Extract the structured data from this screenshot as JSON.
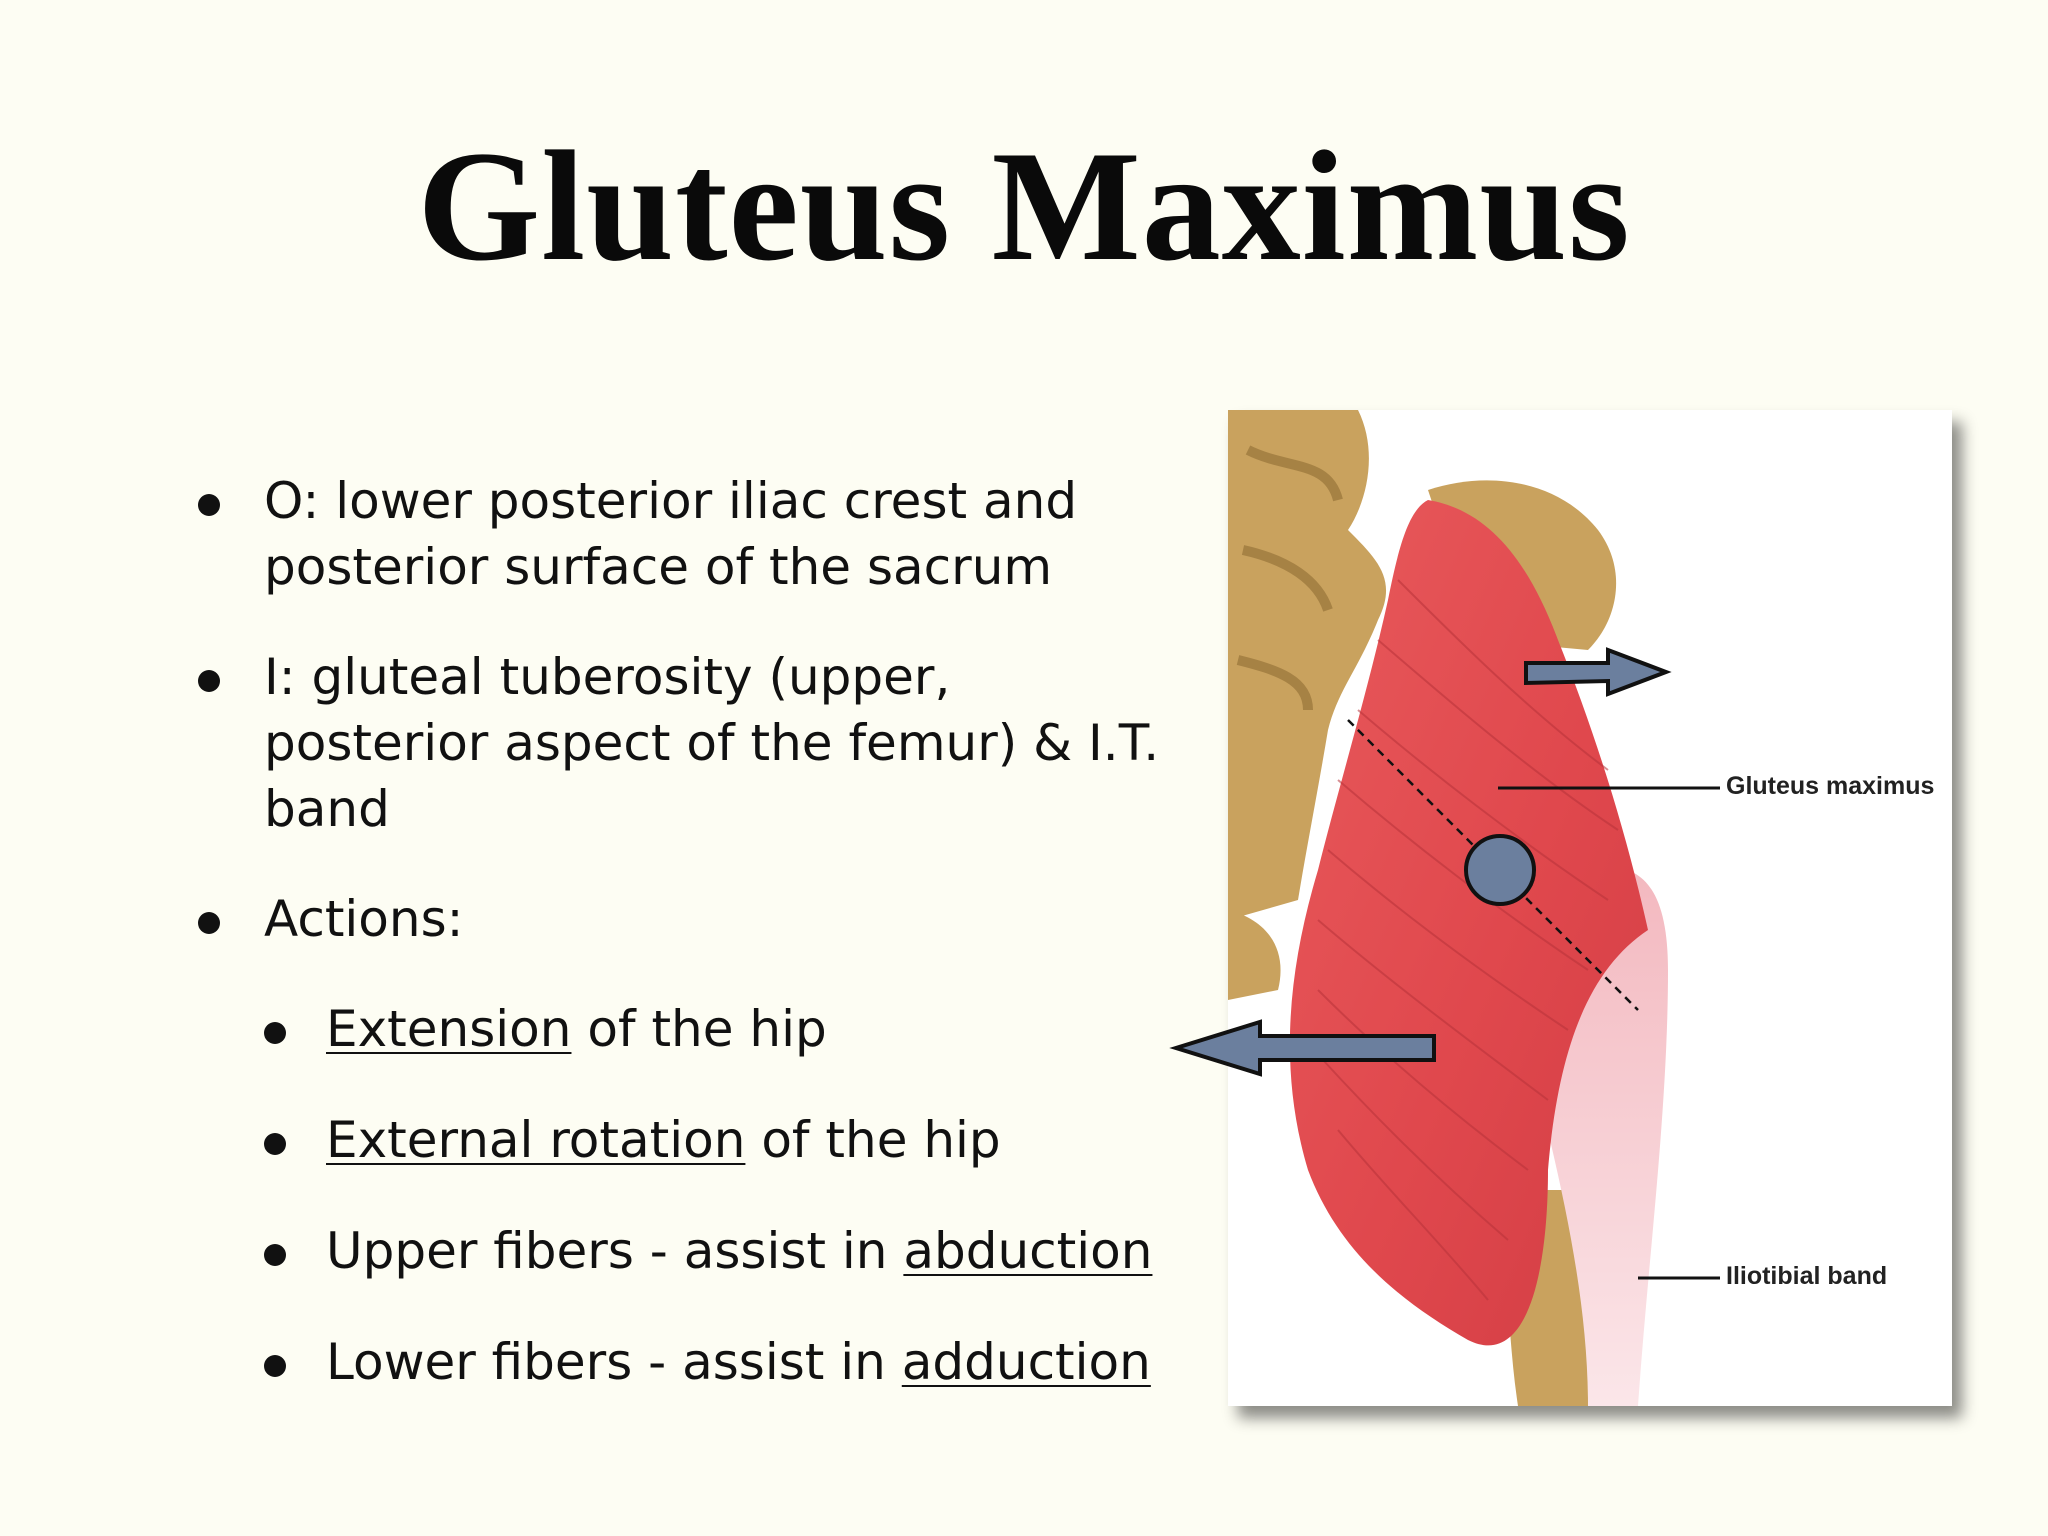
{
  "slide": {
    "title": "Gluteus Maximus",
    "bullets": {
      "origin": "O: lower posterior iliac crest and posterior surface of the sacrum",
      "insertion": "I: gluteal tuberosity (upper, posterior aspect of the femur) & I.T. band",
      "actions_heading": "Actions:",
      "actions": [
        {
          "underlined": "Extension",
          "rest": " of the hip"
        },
        {
          "underlined": "External rotation",
          "rest": " of the hip"
        },
        {
          "prefix": "Upper fibers - assist in ",
          "underlined": "abduction"
        },
        {
          "prefix": "Lower fibers - assist in ",
          "underlined": "adduction"
        }
      ]
    },
    "figure": {
      "labels": {
        "gluteus_maximus": "Gluteus maximus",
        "iliotibial_band": "Iliotibial band"
      },
      "colors": {
        "muscle": "#e0484d",
        "bone": "#c9a25e",
        "arrow": "#6b7f9e",
        "background": "#fdfdf3"
      }
    }
  }
}
